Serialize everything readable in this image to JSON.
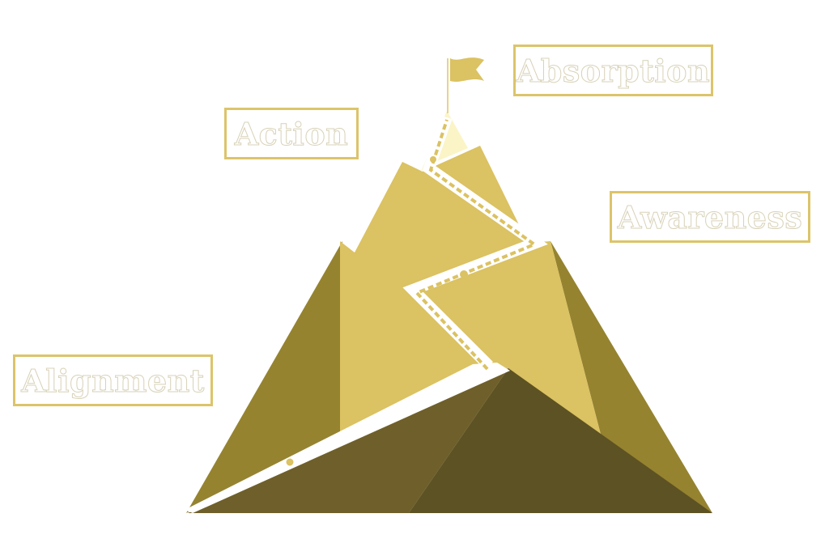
{
  "labels": {
    "absorption": "Absorption",
    "action": "Action",
    "awareness": "Awareness",
    "alignment": "Alignment"
  },
  "colors": {
    "gold": "#dbc262",
    "peak_light": "#fbf4c6",
    "olive": "#958330",
    "olive_dark": "#6f5f2a",
    "olive_darkest": "#5d5223",
    "border": "#dcc46a"
  }
}
